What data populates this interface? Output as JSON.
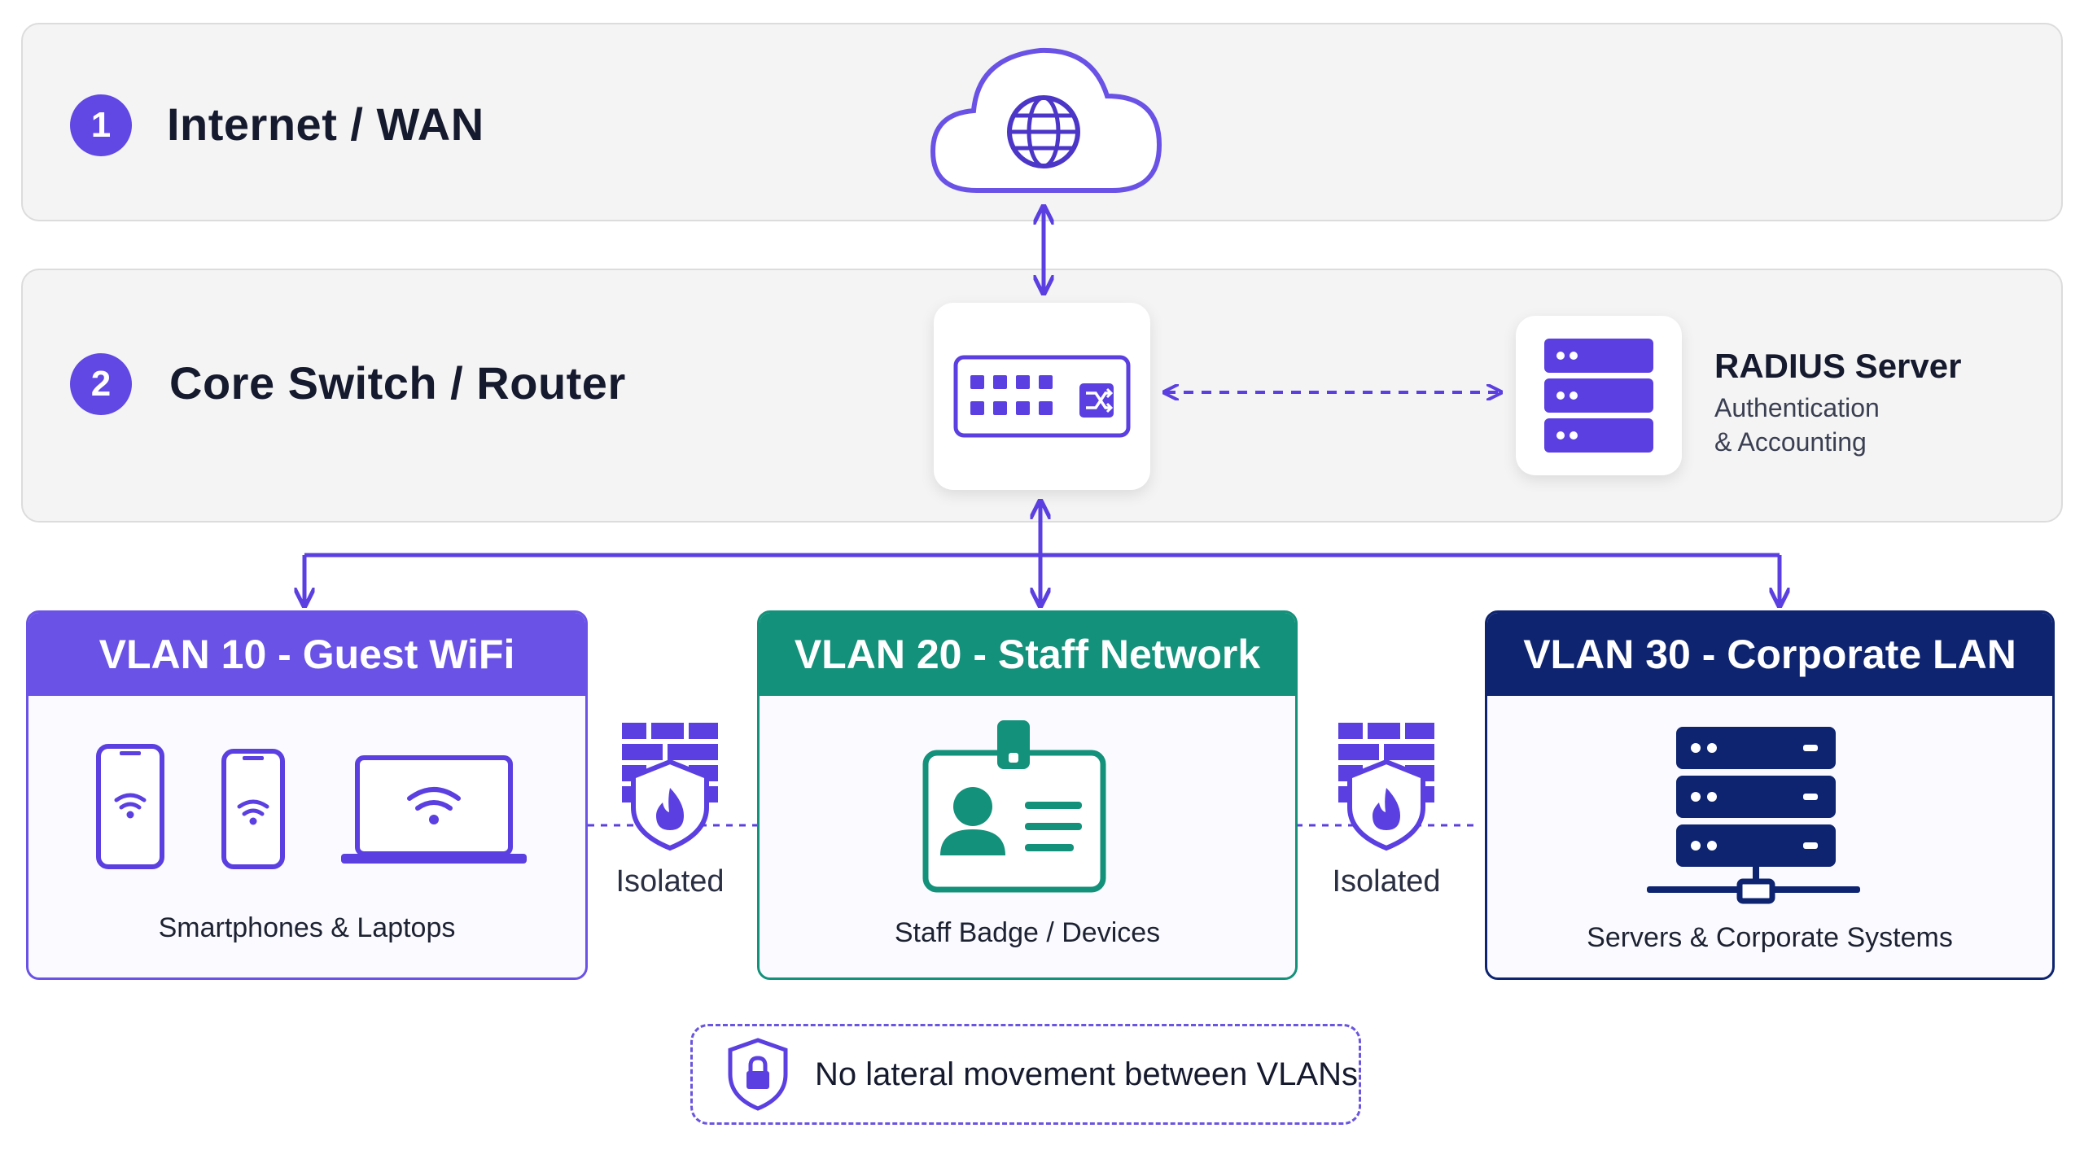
{
  "layers": [
    {
      "number": "1",
      "title": "Internet / WAN"
    },
    {
      "number": "2",
      "title": "Core Switch / Router"
    }
  ],
  "radius": {
    "title": "RADIUS Server",
    "subtitle_line1": "Authentication",
    "subtitle_line2": "& Accounting"
  },
  "vlans": [
    {
      "title": "VLAN 10 - Guest WiFi",
      "caption": "Smartphones & Laptops",
      "color": "#6a52e6"
    },
    {
      "title": "VLAN 20 - Staff Network",
      "caption": "Staff Badge / Devices",
      "color": "#14917a"
    },
    {
      "title": "VLAN 30 - Corporate LAN",
      "caption": "Servers & Corporate Systems",
      "color": "#0e2470"
    }
  ],
  "isolation_labels": [
    "Isolated",
    "Isolated"
  ],
  "note": {
    "text": "No lateral movement between VLANs"
  },
  "colors": {
    "accent": "#5b3fe0",
    "band_bg": "#f4f4f4"
  }
}
